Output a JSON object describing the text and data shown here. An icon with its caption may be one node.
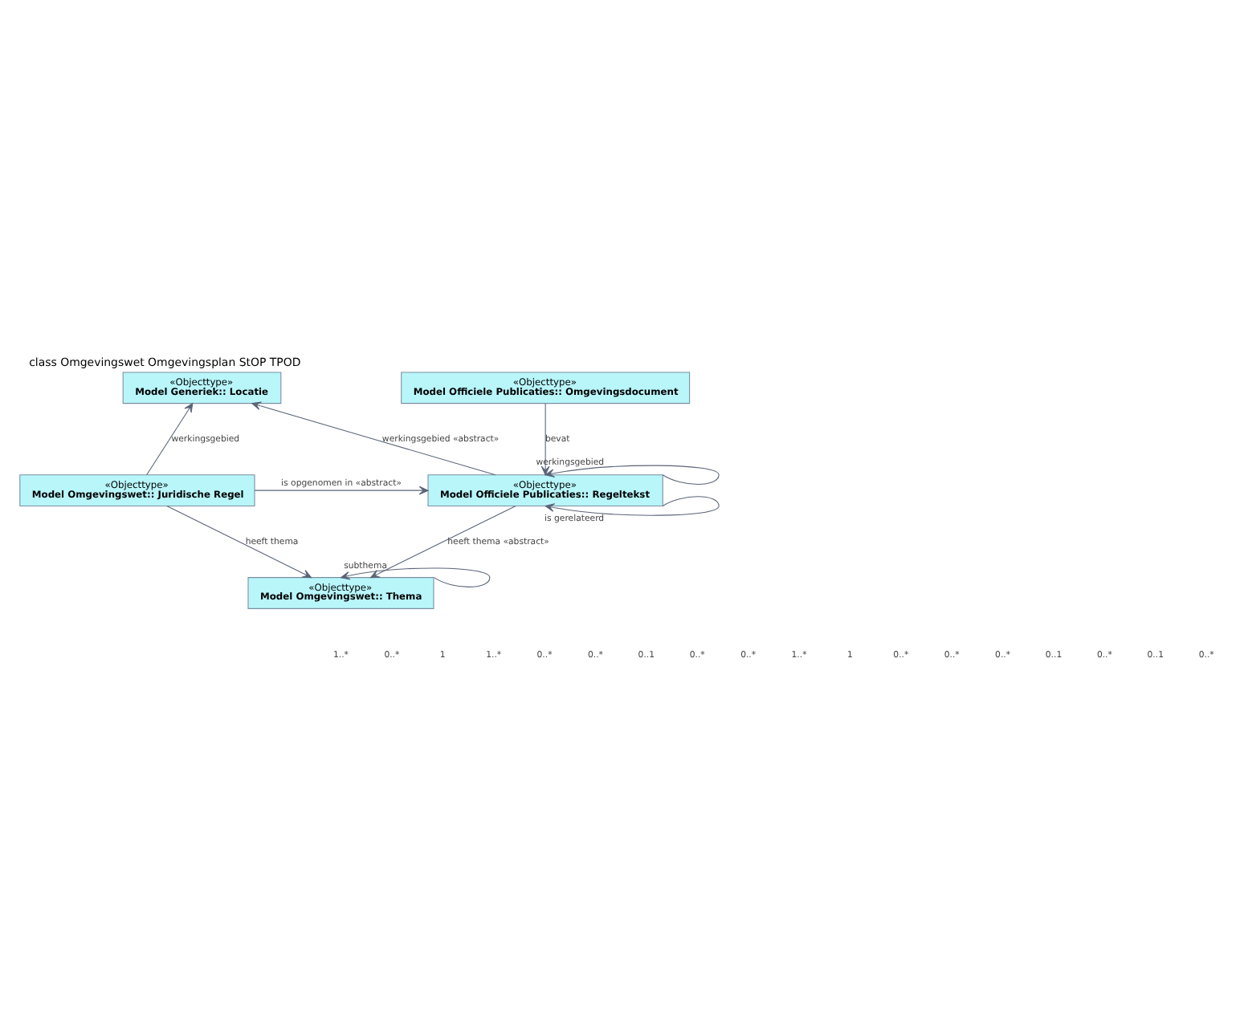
{
  "diagram": {
    "title": "class Omgevingswet Omgevingsplan StOP TPOD",
    "nodes": [
      {
        "text": [
          "«Objecttype»",
          "Model Generiek:: Locatie"
        ]
      },
      {
        "text": [
          "«Objecttype»",
          "Model Officiele Publicaties:: Omgevingsdocument"
        ]
      },
      {
        "text": [
          "«Objecttype»",
          "Model Omgevingswet:: Juridische Regel"
        ]
      },
      {
        "text": [
          "«Objecttype»",
          "Model Officiele Publicaties:: Regeltekst"
        ]
      },
      {
        "text": [
          "«Objecttype»",
          "Model Omgevingswet:: Thema"
        ]
      }
    ],
    "edges": [
      {
        "from": 2,
        "to": 0,
        "arrow": "to",
        "label": "werkingsgebied"
      },
      {
        "from": 3,
        "to": 0,
        "arrow": "to",
        "label": "werkingsgebied «abstract»"
      },
      {
        "from": 1,
        "to": 3,
        "arrow": "to",
        "label": "bevat"
      },
      {
        "from": 3,
        "to": 3,
        "arrow": "to",
        "label": "werkingsgebied"
      },
      {
        "from": 2,
        "to": 3,
        "arrow": "to",
        "label": "is opgenomen in «abstract»"
      },
      {
        "from": 2,
        "to": 4,
        "arrow": "to",
        "label": "heeft thema"
      },
      {
        "from": 3,
        "to": 4,
        "arrow": "to",
        "label": "heeft thema «abstract»"
      },
      {
        "from": 3,
        "to": 3,
        "arrow": "to",
        "label": "is gerelateerd"
      },
      {
        "from": 4,
        "to": 4,
        "arrow": "to",
        "label": "subthema"
      }
    ],
    "labels": [
      "1..*",
      "0..*",
      "1",
      "1..*",
      "0..*",
      "0..*",
      "0..1",
      "0..*",
      "0..*",
      "1..*",
      "1",
      "0..*",
      "0..*",
      "0..*",
      "0..1",
      "0..*",
      "0..1",
      "0..*"
    ]
  }
}
